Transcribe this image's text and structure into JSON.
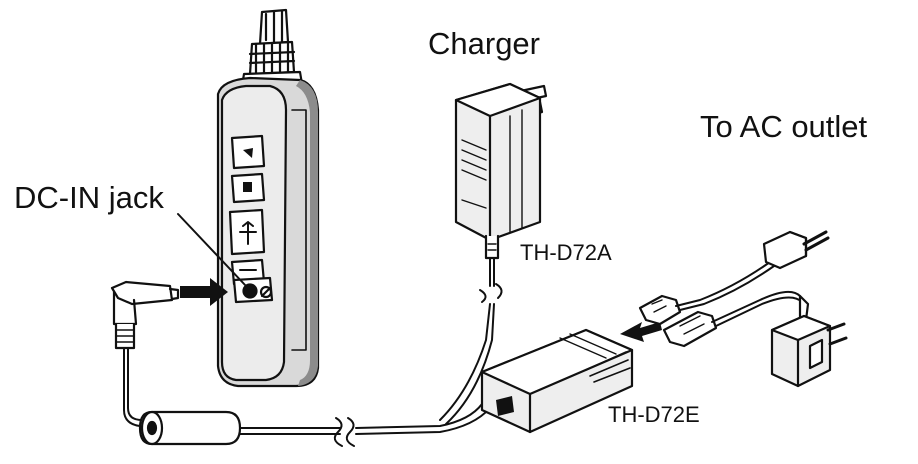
{
  "labels": {
    "charger": "Charger",
    "to_ac_outlet": "To AC outlet",
    "dc_in_jack": "DC-IN jack",
    "model_a": "TH-D72A",
    "model_e": "TH-D72E"
  },
  "colors": {
    "ink": "#111111",
    "device_body": "#d9d9d9",
    "device_shadow": "#8c8c8c",
    "charger_body": "#eeeeee",
    "background": "#ffffff"
  }
}
